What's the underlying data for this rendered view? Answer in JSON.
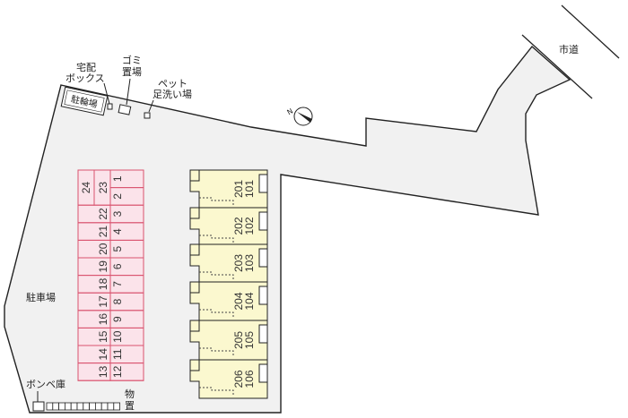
{
  "labels": {
    "city_road": "市道",
    "delivery_box_1": "宅配",
    "delivery_box_2": "ボックス",
    "garbage_1": "ゴミ",
    "garbage_2": "置場",
    "pet_wash_1": "ペット",
    "pet_wash_2": "足洗い場",
    "bicycle_parking": "駐輪場",
    "car_parking": "駐車場",
    "gas_cylinder": "ボンベ庫",
    "storage_1": "物",
    "storage_2": "置",
    "north": "N"
  },
  "parking": {
    "right_column": [
      "1",
      "2",
      "3",
      "4",
      "5",
      "6",
      "7",
      "8",
      "9",
      "10",
      "11",
      "12"
    ],
    "left_column": [
      "23",
      "22",
      "21",
      "20",
      "19",
      "18",
      "17",
      "16",
      "15",
      "14",
      "13"
    ],
    "extra": "24"
  },
  "units": [
    {
      "upper": "201",
      "lower": "101"
    },
    {
      "upper": "202",
      "lower": "102"
    },
    {
      "upper": "203",
      "lower": "103"
    },
    {
      "upper": "204",
      "lower": "104"
    },
    {
      "upper": "205",
      "lower": "105"
    },
    {
      "upper": "206",
      "lower": "106"
    }
  ],
  "colors": {
    "lot": "#f1f1f1",
    "parking": "#fbe3ea",
    "parking_line": "#d9536f",
    "building": "#fbf8cf"
  }
}
